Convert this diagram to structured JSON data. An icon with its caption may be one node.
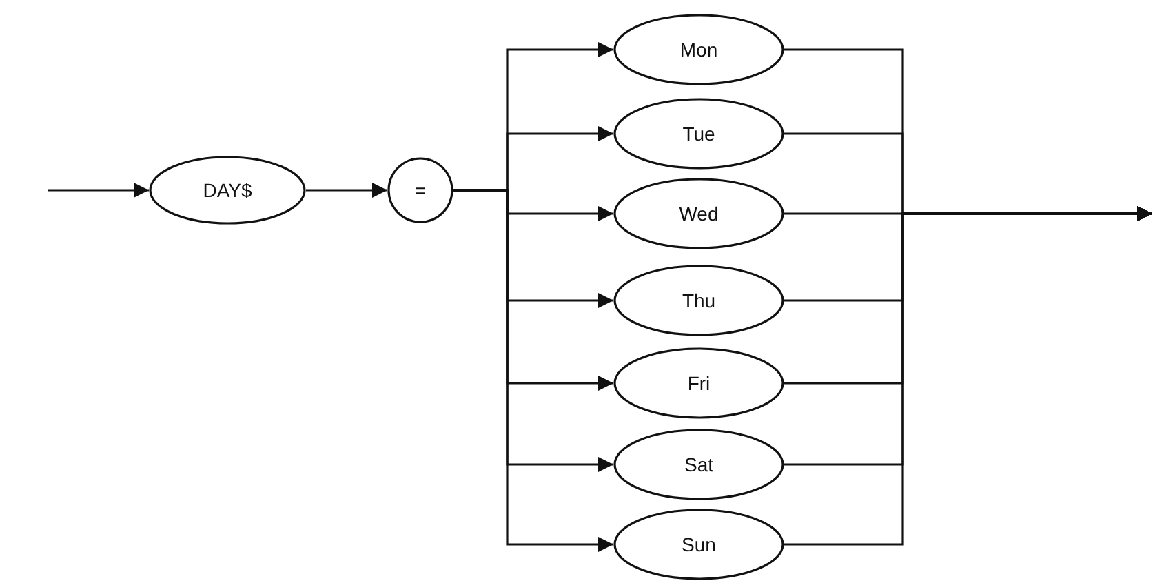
{
  "diagram": {
    "nodes": [
      {
        "text": [
          "DAY$"
        ]
      },
      {
        "text": [
          "="
        ]
      },
      {
        "text": [
          "Mon"
        ]
      },
      {
        "text": [
          "Tue"
        ]
      },
      {
        "text": [
          "Wed"
        ]
      },
      {
        "text": [
          "Thu"
        ]
      },
      {
        "text": [
          "Fri"
        ]
      },
      {
        "text": [
          "Sat"
        ]
      },
      {
        "text": [
          "Sun"
        ]
      }
    ],
    "edges": [
      {
        "from": null,
        "to": 0,
        "arrow": "to"
      },
      {
        "from": 0,
        "to": 1,
        "arrow": "to"
      },
      {
        "from": 1,
        "to": 2,
        "arrow": "to"
      },
      {
        "from": 1,
        "to": 3,
        "arrow": "to"
      },
      {
        "from": 1,
        "to": 4,
        "arrow": "to"
      },
      {
        "from": 1,
        "to": 5,
        "arrow": "to"
      },
      {
        "from": 1,
        "to": 6,
        "arrow": "to"
      },
      {
        "from": 1,
        "to": 7,
        "arrow": "to"
      },
      {
        "from": 1,
        "to": 8,
        "arrow": "to"
      },
      {
        "from": 2,
        "to": null,
        "arrow": "to"
      },
      {
        "from": 3,
        "to": null,
        "arrow": "to"
      },
      {
        "from": 4,
        "to": null,
        "arrow": "to"
      },
      {
        "from": 5,
        "to": null,
        "arrow": "to"
      },
      {
        "from": 6,
        "to": null,
        "arrow": "to"
      },
      {
        "from": 7,
        "to": null,
        "arrow": "to"
      },
      {
        "from": 8,
        "to": null,
        "arrow": "to"
      }
    ]
  }
}
